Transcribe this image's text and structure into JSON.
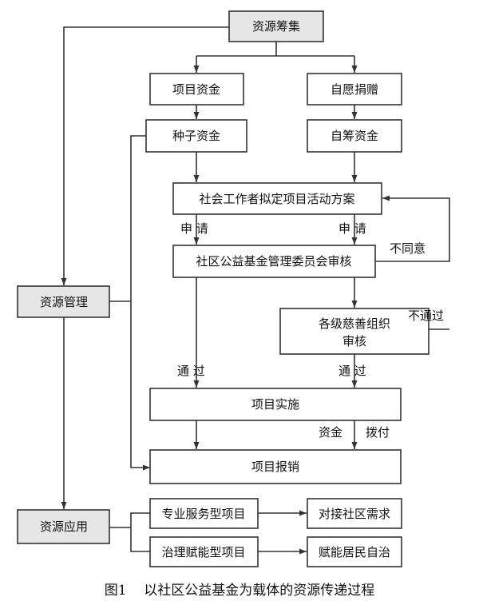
{
  "nodes": {
    "resource_raising": "资源筹集",
    "project_fund": "项目资金",
    "voluntary_donation": "自愿捐赠",
    "seed_fund": "种子资金",
    "self_raised_fund": "自筹资金",
    "social_worker_plan": "社会工作者拟定项目活动方案",
    "committee_review": "社区公益基金管理委员会审核",
    "charity_review_line1": "各级慈善组织",
    "charity_review_line2": "审核",
    "project_implementation": "项目实施",
    "project_reimbursement": "项目报销",
    "resource_management": "资源管理",
    "resource_application": "资源应用",
    "professional_service": "专业服务型项目",
    "governance_empowerment": "治理赋能型项目",
    "community_needs": "对接社区需求",
    "empower_residents": "赋能居民自治"
  },
  "edge_labels": {
    "apply_left": "申  请",
    "apply_right": "申  请",
    "disagree": "不同意",
    "not_pass": "不通过",
    "pass_left": "通  过",
    "pass_right": "通  过",
    "fund": "资金",
    "allocate": "拨付"
  },
  "caption": "图1    以社区公益基金为载体的资源传递过程"
}
